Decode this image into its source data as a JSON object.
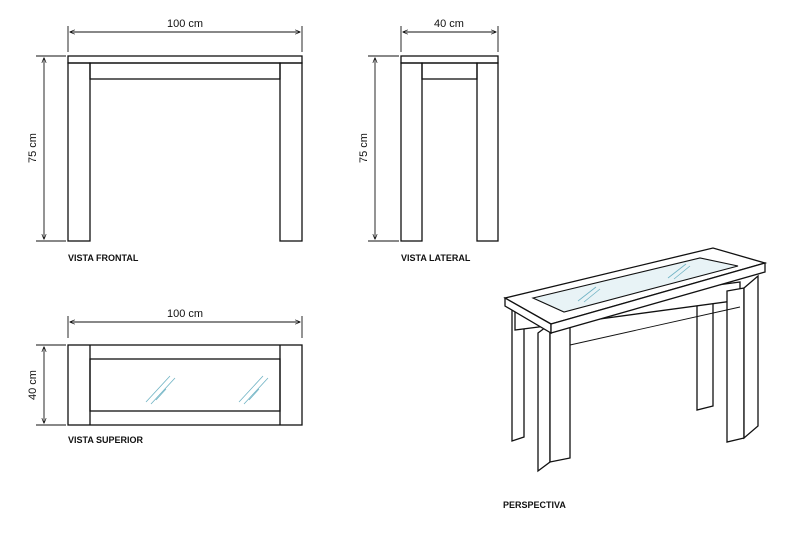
{
  "views": {
    "front": {
      "label": "VISTA FRONTAL",
      "width_dim": "100 cm",
      "height_dim": "75 cm"
    },
    "side": {
      "label": "VISTA LATERAL",
      "width_dim": "40 cm",
      "height_dim": "75 cm"
    },
    "top": {
      "label": "VISTA SUPERIOR",
      "width_dim": "100 cm",
      "height_dim": "40 cm"
    },
    "perspective": {
      "label": "PERSPECTIVA"
    }
  },
  "colors": {
    "line": "#111111",
    "glass": "#6fb3c4"
  }
}
